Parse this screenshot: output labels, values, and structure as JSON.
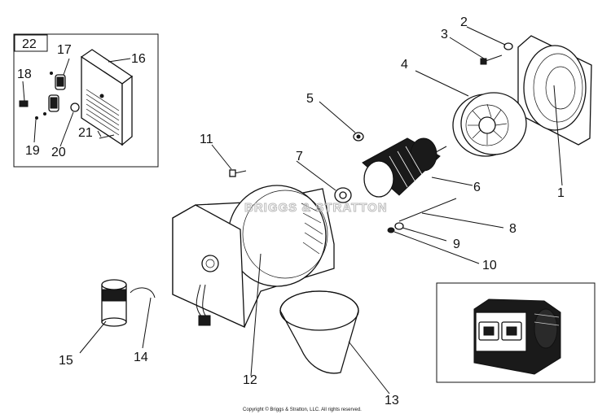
{
  "diagram": {
    "watermark": "BRIGGS & STRATTON",
    "copyright": "Copyright © Briggs & Stratton, LLC. All rights reserved.",
    "kit_label": "22",
    "callouts": {
      "c1": "1",
      "c2": "2",
      "c3": "3",
      "c4": "4",
      "c5": "5",
      "c6": "6",
      "c7": "7",
      "c8": "8",
      "c9": "9",
      "c10": "10",
      "c11": "11",
      "c12": "12",
      "c13": "13",
      "c14": "14",
      "c15": "15",
      "c16": "16",
      "c17": "17",
      "c18": "18",
      "c19": "19",
      "c20": "20",
      "c21": "21"
    }
  }
}
